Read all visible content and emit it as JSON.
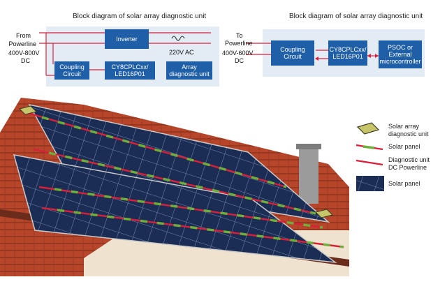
{
  "left_diagram": {
    "title": "Block diagram of solar array diagnostic unit",
    "from_label_1": "From",
    "from_label_2": "Powerline",
    "voltage_label_1": "400V-800V",
    "voltage_label_2": "DC",
    "inverter": "Inverter",
    "ac_label": "220V AC",
    "coupling_1": "Coupling",
    "coupling_2": "Circuit",
    "chip_1": "CY8CPLCxx/",
    "chip_2": "LED16P01",
    "array_1": "Array",
    "array_2": "diagnostic unit"
  },
  "right_diagram": {
    "title": "Block diagram of solar array diagnostic unit",
    "to_label_1": "To",
    "to_label_2": "Powerline",
    "voltage_label_1": "400V-600V",
    "voltage_label_2": "DC",
    "coupling_1": "Coupling",
    "coupling_2": "Circuit",
    "chip_1": "CY8CPLCxx/",
    "chip_2": "LED16P01",
    "psoc_1": "PSOC or",
    "psoc_2": "External",
    "psoc_3": "microcontroller"
  },
  "legend": [
    {
      "icon": "diagnostic-unit-icon",
      "line1": "Solar array",
      "line2": "diagnostic unit"
    },
    {
      "icon": "solar-panel-line-icon",
      "line1": "Solar panel",
      "line2": ""
    },
    {
      "icon": "powerline-icon",
      "line1": "Diagnostic unit",
      "line2": "DC Powerline"
    },
    {
      "icon": "solar-panel-swatch-icon",
      "line1": "Solar panel",
      "line2": ""
    }
  ],
  "colors": {
    "block_blue": "#1f5fa8",
    "diagram_bg": "#e3ecf5",
    "powerline_red": "#d8203a",
    "panel_green": "#6fae3a",
    "panel_navy": "#1b2d55",
    "roof_red": "#b6452a"
  }
}
